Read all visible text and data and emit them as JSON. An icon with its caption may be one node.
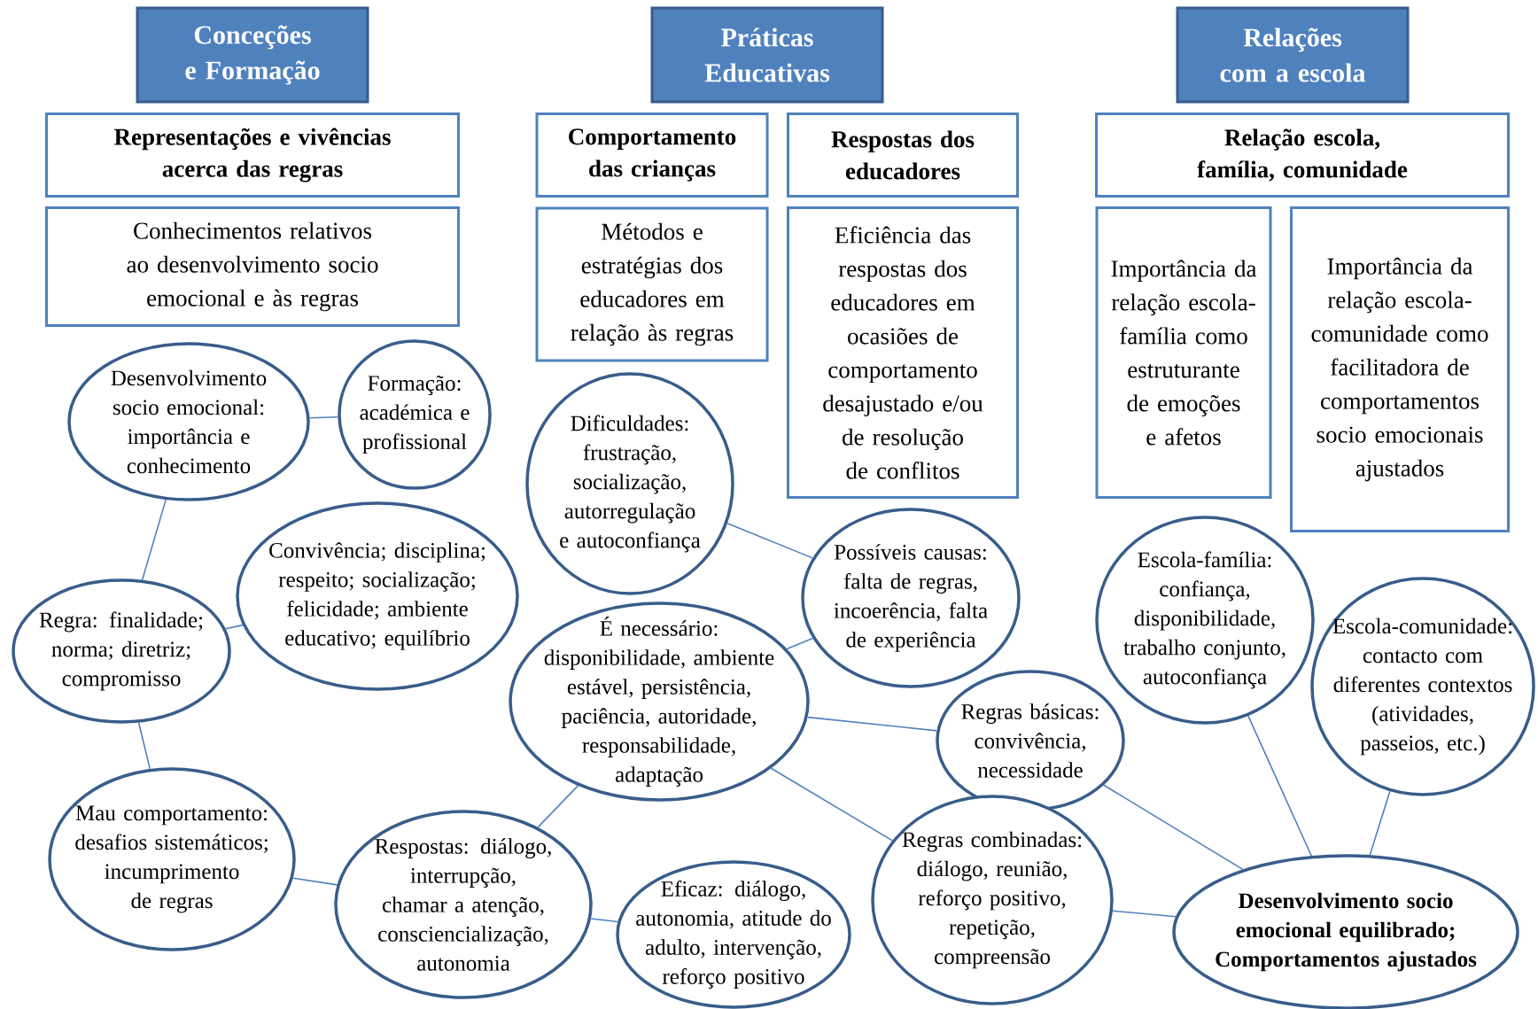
{
  "diagram": {
    "nodes": [
      {
        "text": [
          "Conceções e Formação"
        ]
      },
      {
        "text": [
          "Práticas Educativas"
        ]
      },
      {
        "text": [
          "Relações com a escola"
        ]
      },
      {
        "text": [
          "Representações e vivências acerca das regras"
        ]
      },
      {
        "text": [
          "Conhecimentos relativos ao desenvolvimento socio emocional e às regras"
        ]
      },
      {
        "text": [
          "Comportamento das crianças"
        ]
      },
      {
        "text": [
          "Respostas dos educadores"
        ]
      },
      {
        "text": [
          "Métodos e estratégias dos educadores em relação às regras"
        ]
      },
      {
        "text": [
          "Eficiência das respostas dos educadores em ocasiões de comportamento desajustado e/ou de resolução de conflitos"
        ]
      },
      {
        "text": [
          "Relação escola, família, comunidade"
        ]
      },
      {
        "text": [
          "Importância da relação escola-família como estruturante de emoções e afetos"
        ]
      },
      {
        "text": [
          "Importância da relação escola-comunidade como facilitadora de comportamentos socio emocionais ajustados"
        ]
      },
      {
        "text": [
          "Desenvolvimento socio emocional: importância e conhecimento"
        ]
      },
      {
        "text": [
          "Formação: académica e profissional"
        ]
      },
      {
        "text": [
          "Convivência; disciplina; respeito; socialização; felicidade; ambiente educativo; equilíbrio"
        ]
      },
      {
        "text": [
          "Regra: finalidade; norma; diretriz; compromisso"
        ]
      },
      {
        "text": [
          "Mau comportamento: desafios sistemáticos; incumprimento de regras"
        ]
      },
      {
        "text": [
          "Dificuldades: frustração, socialização, autorregulação e autoconfiança"
        ]
      },
      {
        "text": [
          "Possíveis causas: falta de regras, incoerência, falta de experiência"
        ]
      },
      {
        "text": [
          "É necessário: disponibilidade, ambiente estável, persistência, paciência, autoridade, responsabilidade, adaptação"
        ]
      },
      {
        "text": [
          "Regras básicas: convivência, necessidade"
        ]
      },
      {
        "text": [
          "Respostas: diálogo, interrupção, chamar a atenção, consciencialização, autonomia"
        ]
      },
      {
        "text": [
          "Eficaz: diálogo, autonomia, atitude do adulto, intervenção, reforço positivo"
        ]
      },
      {
        "text": [
          "Regras combinadas: diálogo, reunião, reforço positivo, repetição, compreensão"
        ]
      },
      {
        "text": [
          "Escola-família: confiança, disponibilidade, trabalho conjunto, autoconfiança"
        ]
      },
      {
        "text": [
          "Escola-comunidade: contacto com diferentes contextos (atividades, passeios, etc.)"
        ]
      },
      {
        "text": [
          "Desenvolvimento socio emocional equilibrado; Comportamentos ajustados"
        ]
      }
    ],
    "edges": [
      {
        "from": 12,
        "to": 13,
        "arrow": "none"
      },
      {
        "from": 12,
        "to": 15,
        "arrow": "none"
      },
      {
        "from": 15,
        "to": 14,
        "arrow": "none"
      },
      {
        "from": 15,
        "to": 16,
        "arrow": "none"
      },
      {
        "from": 16,
        "to": 21,
        "arrow": "none"
      },
      {
        "from": 21,
        "to": 19,
        "arrow": "none"
      },
      {
        "from": 21,
        "to": 22,
        "arrow": "none"
      },
      {
        "from": 17,
        "to": 18,
        "arrow": "none"
      },
      {
        "from": 18,
        "to": 19,
        "arrow": "none"
      },
      {
        "from": 19,
        "to": 20,
        "arrow": "none"
      },
      {
        "from": 19,
        "to": 23,
        "arrow": "none"
      },
      {
        "from": 20,
        "to": 26,
        "arrow": "none"
      },
      {
        "from": 23,
        "to": 26,
        "arrow": "none"
      },
      {
        "from": 24,
        "to": 26,
        "arrow": "none"
      },
      {
        "from": 25,
        "to": 26,
        "arrow": "none"
      }
    ]
  }
}
